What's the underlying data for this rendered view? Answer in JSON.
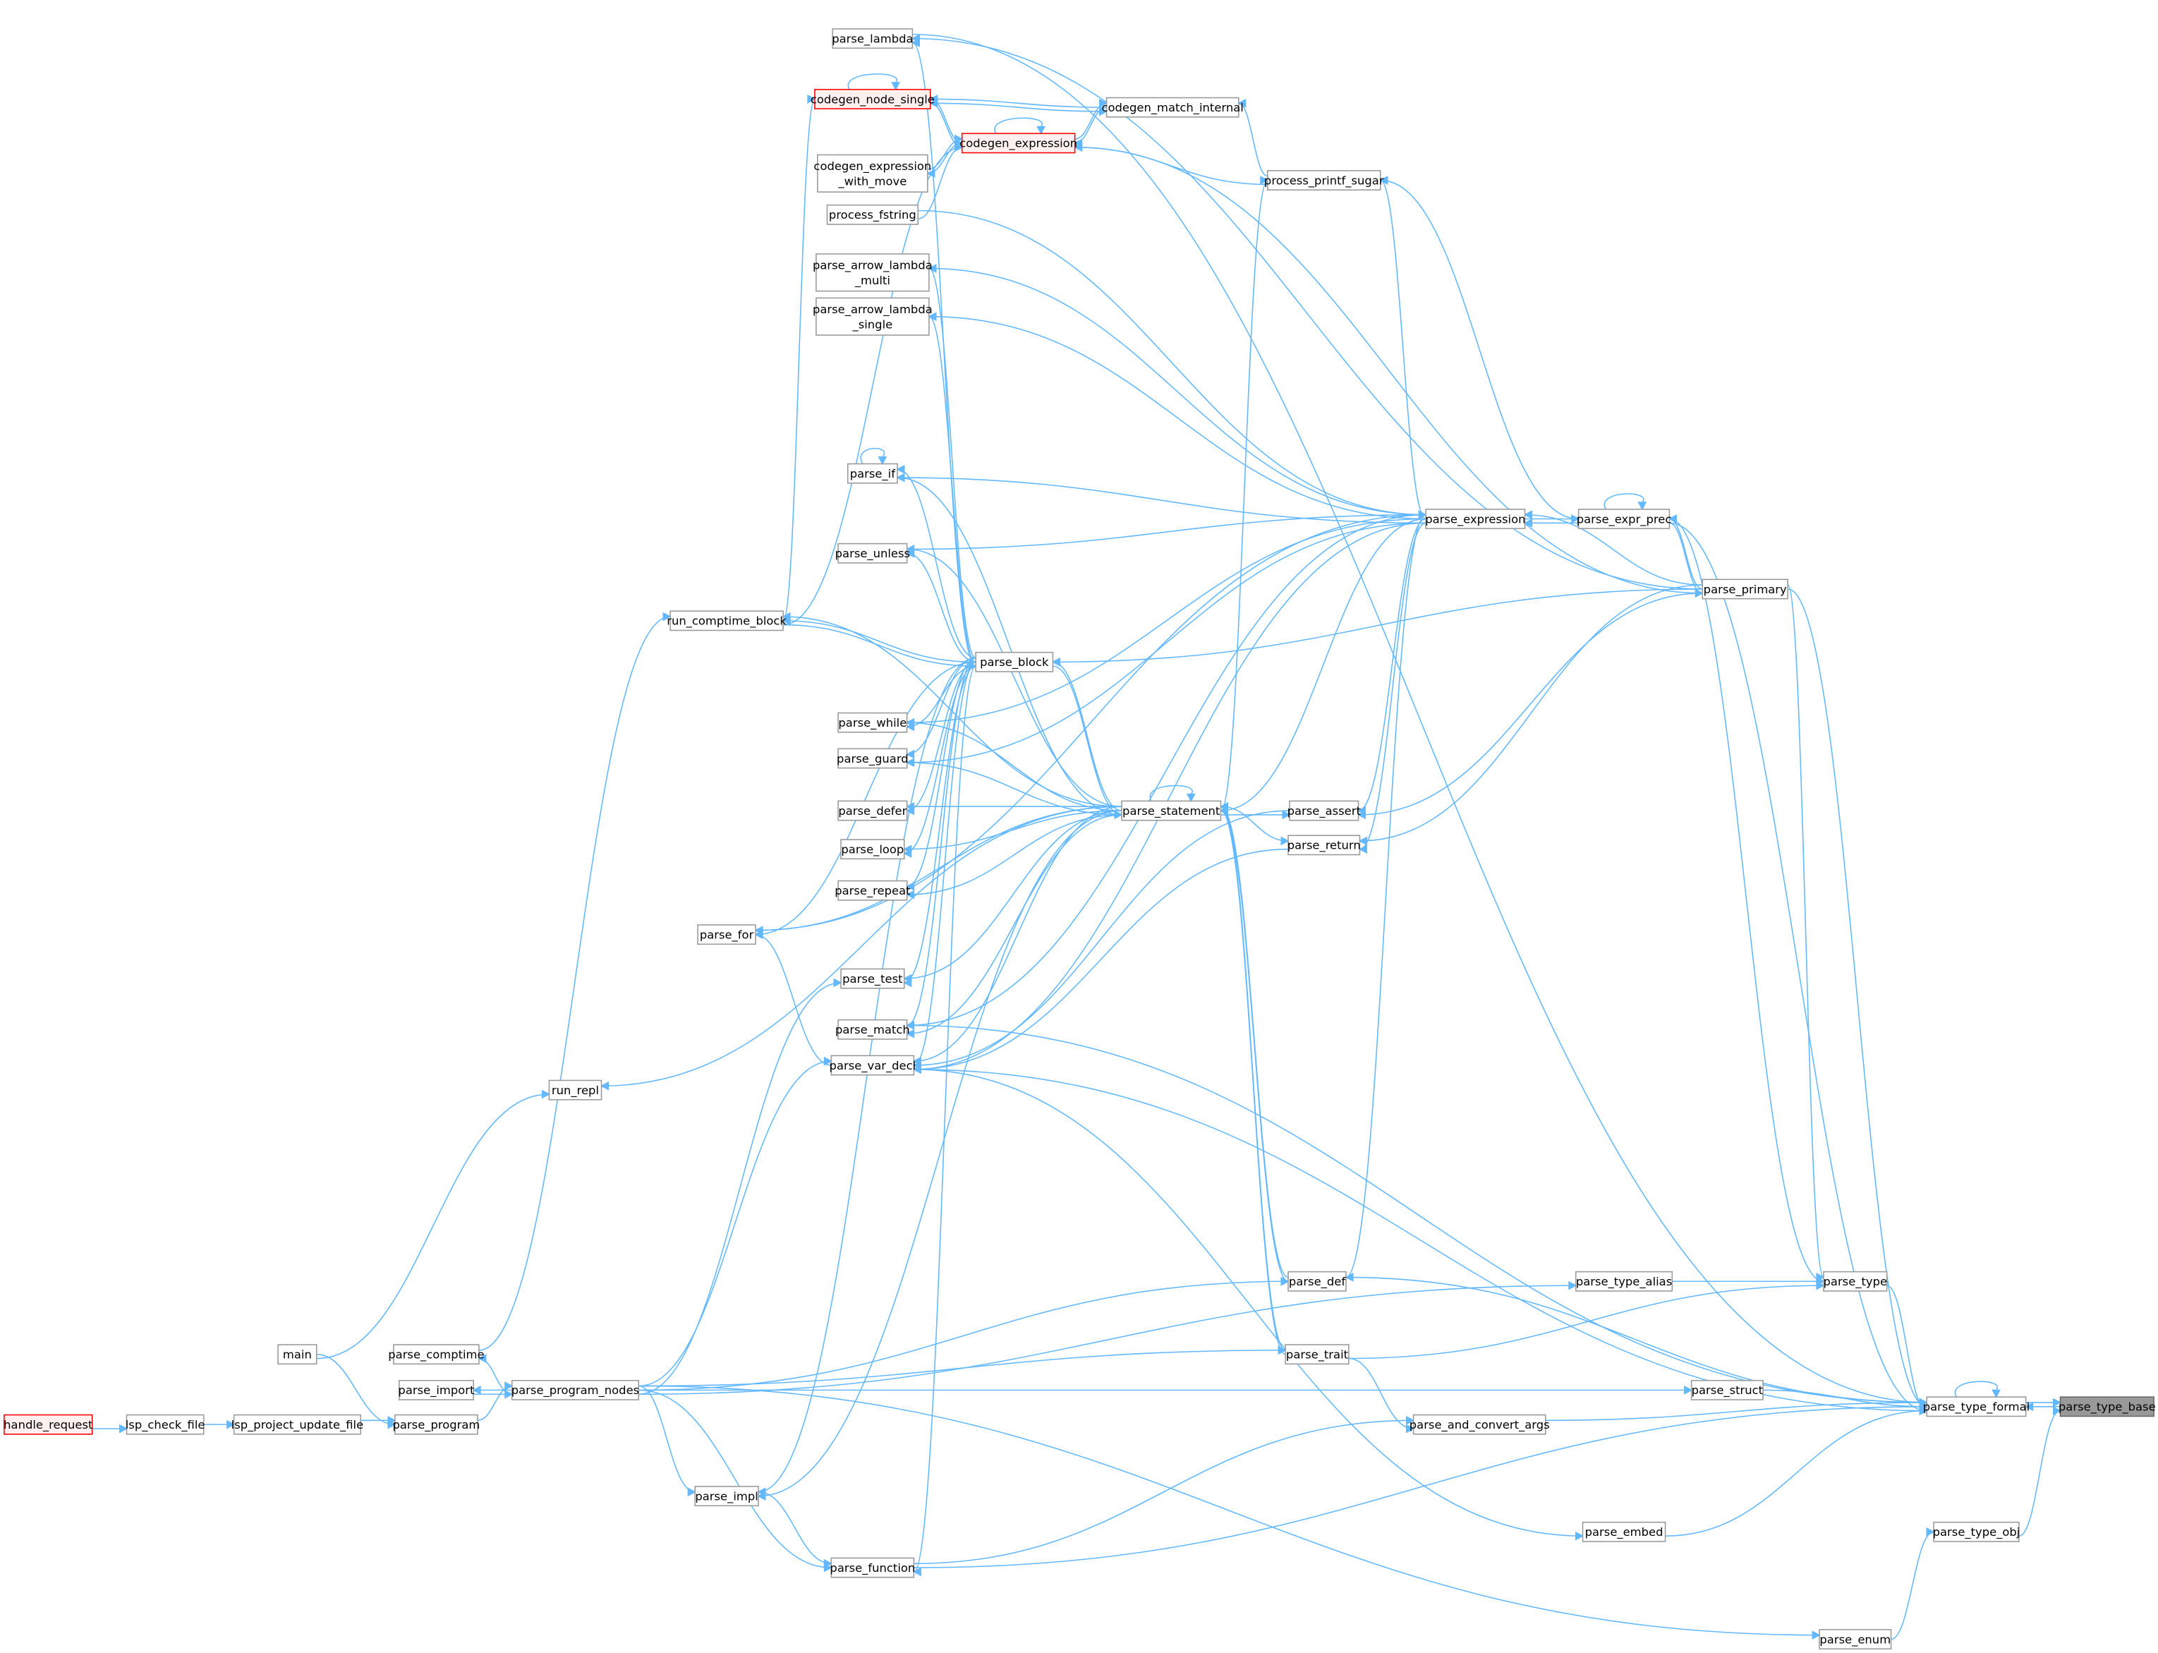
{
  "title": "parse_type_base caller graph",
  "colors": {
    "edge": "#63b8ff",
    "focus_fill": "#999999",
    "red_border": "#ff0000",
    "node_border": "#999999"
  },
  "nodes": [
    {
      "id": "parse_type_base",
      "lines": [
        "parse_type_base"
      ],
      "style": "focus"
    },
    {
      "id": "parse_type_formal",
      "lines": [
        "parse_type_formal"
      ]
    },
    {
      "id": "parse_type_obj",
      "lines": [
        "parse_type_obj"
      ]
    },
    {
      "id": "parse_enum",
      "lines": [
        "parse_enum"
      ]
    },
    {
      "id": "parse_embed",
      "lines": [
        "parse_embed"
      ]
    },
    {
      "id": "parse_and_convert_args",
      "lines": [
        "parse_and_convert_args"
      ]
    },
    {
      "id": "parse_struct",
      "lines": [
        "parse_struct"
      ]
    },
    {
      "id": "parse_type",
      "lines": [
        "parse_type"
      ]
    },
    {
      "id": "parse_type_alias",
      "lines": [
        "parse_type_alias"
      ]
    },
    {
      "id": "parse_trait",
      "lines": [
        "parse_trait"
      ]
    },
    {
      "id": "parse_def",
      "lines": [
        "parse_def"
      ]
    },
    {
      "id": "parse_return",
      "lines": [
        "parse_return"
      ]
    },
    {
      "id": "parse_assert",
      "lines": [
        "parse_assert"
      ]
    },
    {
      "id": "parse_expression",
      "lines": [
        "parse_expression"
      ]
    },
    {
      "id": "parse_expr_prec",
      "lines": [
        "parse_expr_prec"
      ]
    },
    {
      "id": "parse_primary",
      "lines": [
        "parse_primary"
      ]
    },
    {
      "id": "process_printf_sugar",
      "lines": [
        "process_printf_sugar"
      ]
    },
    {
      "id": "codegen_match_internal",
      "lines": [
        "codegen_match_internal"
      ]
    },
    {
      "id": "codegen_expression",
      "lines": [
        "codegen_expression"
      ],
      "style": "red"
    },
    {
      "id": "codegen_node_single",
      "lines": [
        "codegen_node_single"
      ],
      "style": "red"
    },
    {
      "id": "codegen_expression_with_move",
      "lines": [
        "codegen_expression",
        "_with_move"
      ]
    },
    {
      "id": "process_fstring",
      "lines": [
        "process_fstring"
      ]
    },
    {
      "id": "parse_lambda",
      "lines": [
        "parse_lambda"
      ]
    },
    {
      "id": "parse_arrow_lambda_multi",
      "lines": [
        "parse_arrow_lambda",
        "_multi"
      ]
    },
    {
      "id": "parse_arrow_lambda_single",
      "lines": [
        "parse_arrow_lambda",
        "_single"
      ]
    },
    {
      "id": "parse_if",
      "lines": [
        "parse_if"
      ]
    },
    {
      "id": "parse_unless",
      "lines": [
        "parse_unless"
      ]
    },
    {
      "id": "run_comptime_block",
      "lines": [
        "run_comptime_block"
      ]
    },
    {
      "id": "parse_block",
      "lines": [
        "parse_block"
      ]
    },
    {
      "id": "parse_while",
      "lines": [
        "parse_while"
      ]
    },
    {
      "id": "parse_guard",
      "lines": [
        "parse_guard"
      ]
    },
    {
      "id": "parse_defer",
      "lines": [
        "parse_defer"
      ]
    },
    {
      "id": "parse_loop",
      "lines": [
        "parse_loop"
      ]
    },
    {
      "id": "parse_repeat",
      "lines": [
        "parse_repeat"
      ]
    },
    {
      "id": "parse_statement",
      "lines": [
        "parse_statement"
      ]
    },
    {
      "id": "parse_for",
      "lines": [
        "parse_for"
      ]
    },
    {
      "id": "parse_test",
      "lines": [
        "parse_test"
      ]
    },
    {
      "id": "parse_match",
      "lines": [
        "parse_match"
      ]
    },
    {
      "id": "parse_var_decl",
      "lines": [
        "parse_var_decl"
      ]
    },
    {
      "id": "run_repl",
      "lines": [
        "run_repl"
      ]
    },
    {
      "id": "parse_comptime",
      "lines": [
        "parse_comptime"
      ]
    },
    {
      "id": "parse_import",
      "lines": [
        "parse_import"
      ]
    },
    {
      "id": "parse_program_nodes",
      "lines": [
        "parse_program_nodes"
      ]
    },
    {
      "id": "parse_program",
      "lines": [
        "parse_program"
      ]
    },
    {
      "id": "main",
      "lines": [
        "main"
      ]
    },
    {
      "id": "lsp_project_update_file",
      "lines": [
        "lsp_project_update_file"
      ]
    },
    {
      "id": "lsp_check_file",
      "lines": [
        "lsp_check_file"
      ]
    },
    {
      "id": "handle_request",
      "lines": [
        "handle_request"
      ],
      "style": "red"
    },
    {
      "id": "parse_impl",
      "lines": [
        "parse_impl"
      ]
    },
    {
      "id": "parse_function",
      "lines": [
        "parse_function"
      ]
    }
  ],
  "edges": [
    [
      "parse_type_formal",
      "parse_type_base"
    ],
    [
      "parse_type_base",
      "parse_type_formal"
    ],
    [
      "parse_type_obj",
      "parse_type_base"
    ],
    [
      "parse_type_formal",
      "parse_type_formal"
    ],
    [
      "parse_enum",
      "parse_type_obj"
    ],
    [
      "parse_embed",
      "parse_type_formal"
    ],
    [
      "parse_and_convert_args",
      "parse_type_formal"
    ],
    [
      "parse_struct",
      "parse_type_formal"
    ],
    [
      "parse_type",
      "parse_type_formal"
    ],
    [
      "parse_def",
      "parse_type_formal"
    ],
    [
      "parse_primary",
      "parse_type_formal"
    ],
    [
      "parse_expr_prec",
      "parse_type_formal"
    ],
    [
      "parse_lambda",
      "parse_type_formal"
    ],
    [
      "parse_function",
      "parse_type_formal"
    ],
    [
      "parse_var_decl",
      "parse_type_formal"
    ],
    [
      "parse_match",
      "parse_type_formal"
    ],
    [
      "parse_program_nodes",
      "parse_struct"
    ],
    [
      "parse_var_decl",
      "parse_embed"
    ],
    [
      "parse_program_nodes",
      "parse_enum"
    ],
    [
      "parse_type_alias",
      "parse_type"
    ],
    [
      "parse_trait",
      "parse_type"
    ],
    [
      "parse_primary",
      "parse_type"
    ],
    [
      "parse_expr_prec",
      "parse_type"
    ],
    [
      "parse_program_nodes",
      "parse_type_alias"
    ],
    [
      "parse_program_nodes",
      "parse_trait"
    ],
    [
      "parse_program_nodes",
      "parse_def"
    ],
    [
      "parse_trait",
      "parse_and_convert_args"
    ],
    [
      "parse_function",
      "parse_and_convert_args"
    ],
    [
      "parse_expression",
      "parse_expr_prec"
    ],
    [
      "parse_expr_prec",
      "parse_expression"
    ],
    [
      "parse_expr_prec",
      "parse_expr_prec"
    ],
    [
      "parse_primary",
      "parse_expr_prec"
    ],
    [
      "parse_expr_prec",
      "parse_primary"
    ],
    [
      "parse_primary",
      "parse_expression"
    ],
    [
      "parse_expr_prec",
      "process_printf_sugar"
    ],
    [
      "process_printf_sugar",
      "codegen_expression"
    ],
    [
      "process_printf_sugar",
      "codegen_match_internal"
    ],
    [
      "codegen_match_internal",
      "codegen_node_single"
    ],
    [
      "codegen_node_single",
      "codegen_match_internal"
    ],
    [
      "codegen_expression",
      "codegen_match_internal"
    ],
    [
      "codegen_match_internal",
      "codegen_expression"
    ],
    [
      "codegen_expression",
      "codegen_expression"
    ],
    [
      "codegen_node_single",
      "codegen_node_single"
    ],
    [
      "codegen_node_single",
      "codegen_expression"
    ],
    [
      "codegen_expression",
      "codegen_node_single"
    ],
    [
      "codegen_expression_with_move",
      "codegen_expression"
    ],
    [
      "codegen_expression",
      "codegen_expression_with_move"
    ],
    [
      "process_fstring",
      "codegen_expression"
    ],
    [
      "process_fstring",
      "parse_expression"
    ],
    [
      "run_comptime_block",
      "codegen_node_single"
    ],
    [
      "run_comptime_block",
      "codegen_expression"
    ],
    [
      "parse_comptime",
      "run_comptime_block"
    ],
    [
      "parse_block",
      "run_comptime_block"
    ],
    [
      "run_comptime_block",
      "parse_block"
    ],
    [
      "parse_statement",
      "run_comptime_block"
    ],
    [
      "parse_primary",
      "parse_lambda"
    ],
    [
      "parse_block",
      "parse_lambda"
    ],
    [
      "parse_expression",
      "parse_arrow_lambda_multi"
    ],
    [
      "parse_expression",
      "parse_arrow_lambda_single"
    ],
    [
      "parse_primary",
      "codegen_expression"
    ],
    [
      "parse_block",
      "parse_arrow_lambda_multi"
    ],
    [
      "parse_block",
      "parse_arrow_lambda_single"
    ],
    [
      "parse_expression",
      "parse_if"
    ],
    [
      "parse_expression",
      "parse_unless"
    ],
    [
      "parse_expression",
      "parse_while"
    ],
    [
      "parse_expression",
      "parse_guard"
    ],
    [
      "parse_expression",
      "parse_for"
    ],
    [
      "parse_expression",
      "parse_statement"
    ],
    [
      "parse_expression",
      "parse_var_decl"
    ],
    [
      "parse_expression",
      "parse_match"
    ],
    [
      "parse_expression",
      "parse_assert"
    ],
    [
      "parse_expression",
      "parse_return"
    ],
    [
      "parse_expression",
      "parse_def"
    ],
    [
      "parse_expression",
      "process_printf_sugar"
    ],
    [
      "parse_if",
      "parse_if"
    ],
    [
      "parse_block",
      "parse_if"
    ],
    [
      "parse_block",
      "parse_unless"
    ],
    [
      "parse_block",
      "parse_while"
    ],
    [
      "parse_block",
      "parse_guard"
    ],
    [
      "parse_block",
      "parse_defer"
    ],
    [
      "parse_block",
      "parse_loop"
    ],
    [
      "parse_block",
      "parse_repeat"
    ],
    [
      "parse_block",
      "parse_for"
    ],
    [
      "parse_block",
      "parse_test"
    ],
    [
      "parse_block",
      "parse_match"
    ],
    [
      "parse_block",
      "parse_var_decl"
    ],
    [
      "parse_block",
      "parse_function"
    ],
    [
      "parse_block",
      "parse_impl"
    ],
    [
      "parse_primary",
      "parse_block"
    ],
    [
      "parse_statement",
      "parse_if"
    ],
    [
      "parse_statement",
      "parse_unless"
    ],
    [
      "parse_statement",
      "parse_while"
    ],
    [
      "parse_statement",
      "parse_guard"
    ],
    [
      "parse_statement",
      "parse_defer"
    ],
    [
      "parse_statement",
      "parse_loop"
    ],
    [
      "parse_statement",
      "parse_repeat"
    ],
    [
      "parse_statement",
      "parse_for"
    ],
    [
      "parse_statement",
      "parse_test"
    ],
    [
      "parse_statement",
      "parse_match"
    ],
    [
      "parse_statement",
      "parse_var_decl"
    ],
    [
      "parse_statement",
      "parse_block"
    ],
    [
      "parse_block",
      "parse_statement"
    ],
    [
      "parse_statement",
      "run_repl"
    ],
    [
      "parse_statement",
      "parse_impl"
    ],
    [
      "parse_statement",
      "parse_statement"
    ],
    [
      "parse_statement",
      "parse_trait"
    ],
    [
      "parse_statement",
      "parse_def"
    ],
    [
      "parse_statement",
      "parse_assert"
    ],
    [
      "parse_statement",
      "parse_return"
    ],
    [
      "parse_statement",
      "process_printf_sugar"
    ],
    [
      "parse_program_nodes",
      "parse_test"
    ],
    [
      "parse_program_nodes",
      "parse_var_decl"
    ],
    [
      "parse_program_nodes",
      "parse_import"
    ],
    [
      "parse_program_nodes",
      "parse_comptime"
    ],
    [
      "parse_program_nodes",
      "parse_impl"
    ],
    [
      "parse_program_nodes",
      "parse_function"
    ],
    [
      "parse_import",
      "parse_program_nodes"
    ],
    [
      "parse_program",
      "parse_program_nodes"
    ],
    [
      "main",
      "parse_program"
    ],
    [
      "main",
      "run_repl"
    ],
    [
      "lsp_project_update_file",
      "parse_program"
    ],
    [
      "lsp_check_file",
      "lsp_project_update_file"
    ],
    [
      "handle_request",
      "lsp_check_file"
    ],
    [
      "parse_impl",
      "parse_function"
    ],
    [
      "parse_var_decl",
      "parse_for"
    ],
    [
      "parse_primary",
      "parse_assert"
    ],
    [
      "parse_primary",
      "parse_return"
    ],
    [
      "parse_assert",
      "parse_var_decl"
    ],
    [
      "parse_return",
      "parse_var_decl"
    ],
    [
      "parse_def",
      "parse_statement"
    ],
    [
      "parse_trait",
      "parse_statement"
    ]
  ]
}
